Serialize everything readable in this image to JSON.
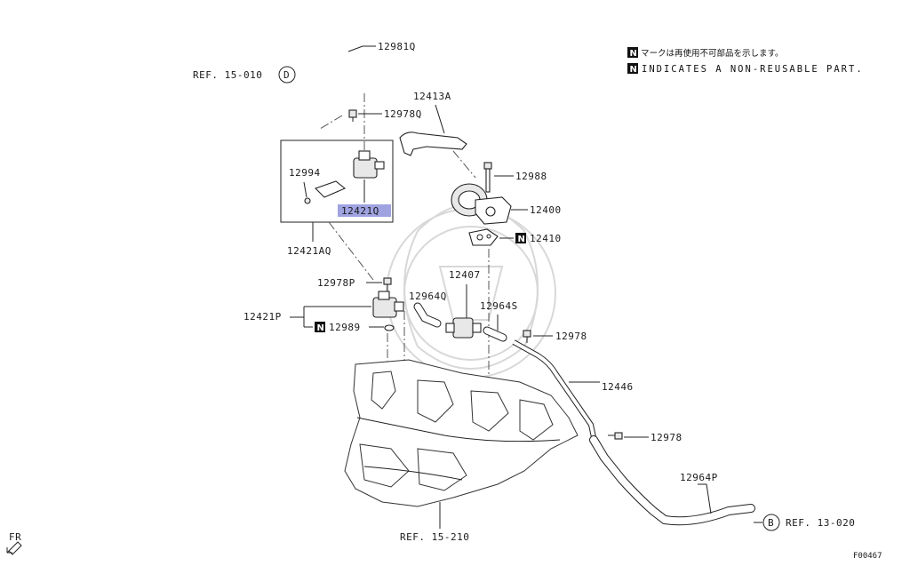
{
  "notes": {
    "badge": "N",
    "jp": "マークは再使用不可部品を示します。",
    "en": "INDICATES A NON-REUSABLE PART."
  },
  "refs": {
    "d_label": "REF. 15-010",
    "d_letter": "D",
    "b_label": "REF. 13-020",
    "b_letter": "B",
    "bottom": "REF. 15-210"
  },
  "parts": {
    "p12981q": "12981Q",
    "p12978q": "12978Q",
    "p12413a": "12413A",
    "p12994": "12994",
    "p12421q": "12421Q",
    "p12421aq": "12421AQ",
    "p12988": "12988",
    "p12400": "12400",
    "p12410": "12410",
    "p12407": "12407",
    "p12978p": "12978P",
    "p12964q": "12964Q",
    "p12964s": "12964S",
    "p12421p": "12421P",
    "p12989": "12989",
    "p12978a": "12978",
    "p12446": "12446",
    "p12978b": "12978",
    "p12964p": "12964P"
  },
  "fr": "FR",
  "code": "F00467",
  "colors": {
    "highlight": "#9fa3e0",
    "ink": "#1a1a1a"
  }
}
